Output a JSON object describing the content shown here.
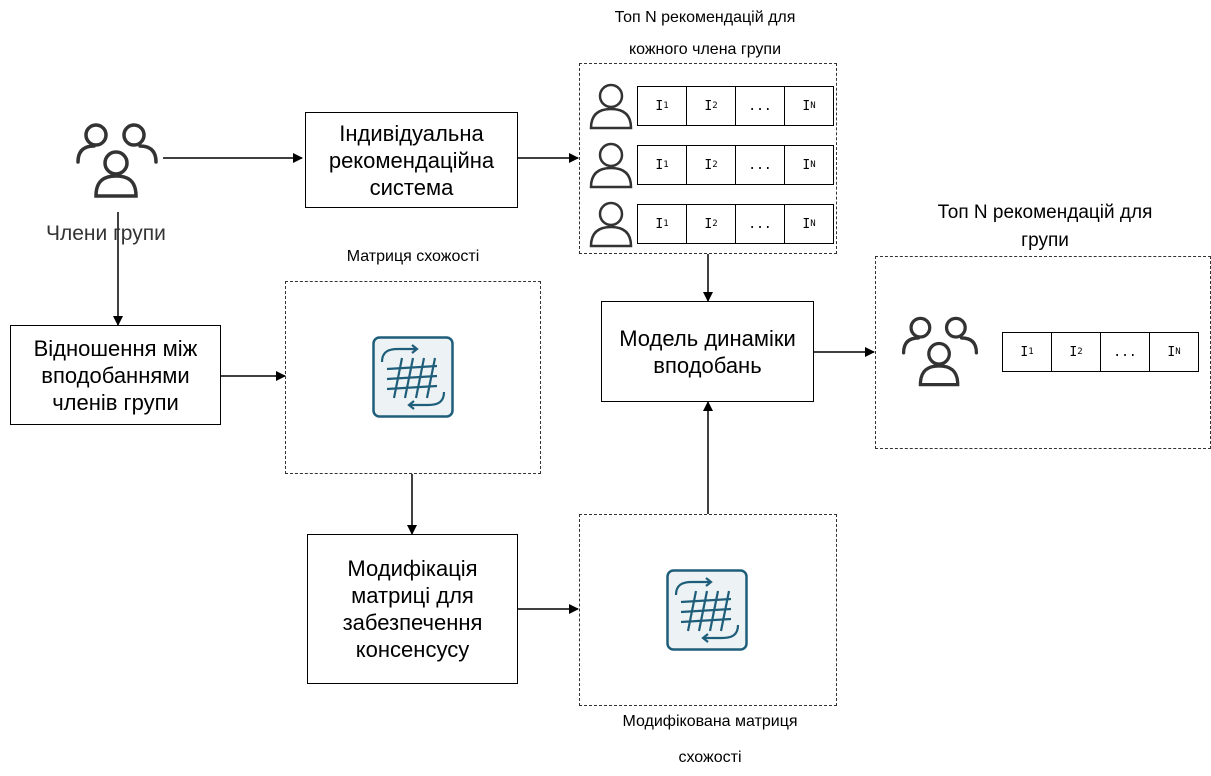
{
  "group_members": {
    "label": "Члени групи"
  },
  "individual_rs": {
    "label_lines": [
      "Індивідуальна",
      "рекомендаційна",
      "система"
    ]
  },
  "topn_members": {
    "label_lines": [
      "Топ N рекомендацій для",
      "кожного члена групи"
    ]
  },
  "relations": {
    "label_lines": [
      "Відношення між",
      "вподобаннями",
      "членів групи"
    ]
  },
  "similarity_matrix": {
    "label": "Матриця схожості"
  },
  "dynamics_model": {
    "label_lines": [
      "Модель динаміки",
      "вподобань"
    ]
  },
  "topn_group": {
    "label_lines": [
      "Топ N рекомендацій для",
      "групи"
    ]
  },
  "matrix_modification": {
    "label_lines": [
      "Модифікація",
      "матриці для",
      "забезпечення",
      "консенсусу"
    ]
  },
  "modified_matrix": {
    "label_lines": [
      "Модифікована матриця",
      "схожості"
    ]
  },
  "item_cells": {
    "i1": "I",
    "i1_sub": "1",
    "i2": "I",
    "i2_sub": "2",
    "dots": "...",
    "in": "I",
    "in_sub": "N"
  },
  "icons": {
    "users": "users-group-icon",
    "user": "user-icon",
    "matrix": "matrix-icon"
  }
}
